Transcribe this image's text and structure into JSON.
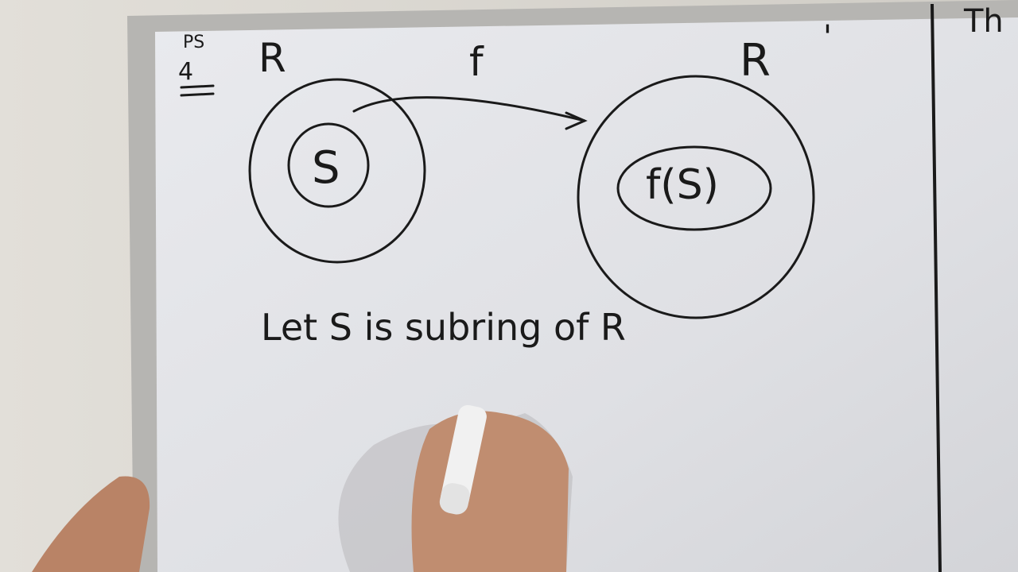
{
  "whiteboard": {
    "corner_note": {
      "top": "PS",
      "bottom": "4"
    },
    "domain_label": "R",
    "codomain_label": "R",
    "codomain_prime": "'",
    "map_label": "f",
    "subset_label": "S",
    "image_label": "f(S)",
    "sentence": "Let S is subring of R",
    "edge_text": "Th"
  },
  "colors": {
    "board": "#e4e5e8",
    "ink": "#1a1a1a",
    "wall": "#dcd9d2",
    "frame": "#b9b8b5"
  }
}
